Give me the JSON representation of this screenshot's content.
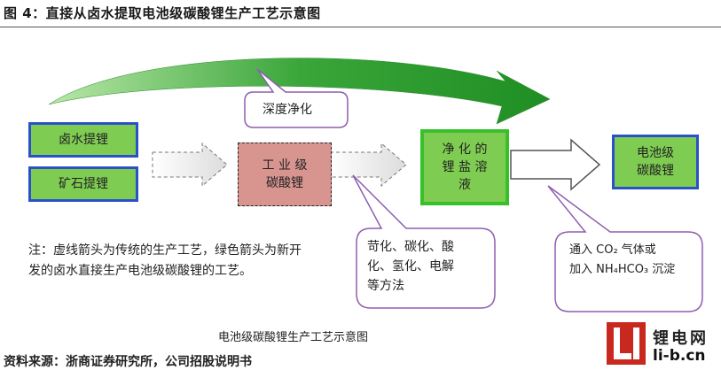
{
  "title": "图 4：直接从卤水提取电池级碳酸锂生产工艺示意图",
  "nodes": {
    "brine": "卤水提锂",
    "ore": "矿石提锂",
    "industrial_line1": "工 业 级",
    "industrial_line2": "碳酸锂",
    "purified_line1": "净 化 的",
    "purified_line2": "锂 盐 溶",
    "purified_line3": "液",
    "battery_line1": "电池级",
    "battery_line2": "碳酸锂"
  },
  "callouts": {
    "deep_purify": "深度净化",
    "methods_line1": "苛化、碳化、酸",
    "methods_line2": "化、氢化、电解",
    "methods_line3": "等方法",
    "co2_line1": "通入 CO₂ 气体或",
    "co2_line2": "加入 NH₄HCO₃ 沉淀"
  },
  "note_text": "注：虚线箭头为传统的生产工艺，绿色箭头为新开发的卤水直接生产电池级碳酸锂的工艺。",
  "caption": "电池级碳酸锂生产工艺示意图",
  "source": "资料来源：浙商证券研究所，公司招股说明书",
  "logo": {
    "cn": "锂电网",
    "en": "li-b.cn"
  },
  "colors": {
    "green_fill": "#7fcc52",
    "blue_border": "#2a52c8",
    "lime_border": "#38c02a",
    "pink_fill": "#d89590",
    "purple_outline": "#8e5fb0",
    "arrow_green": "#1f9a2a"
  }
}
